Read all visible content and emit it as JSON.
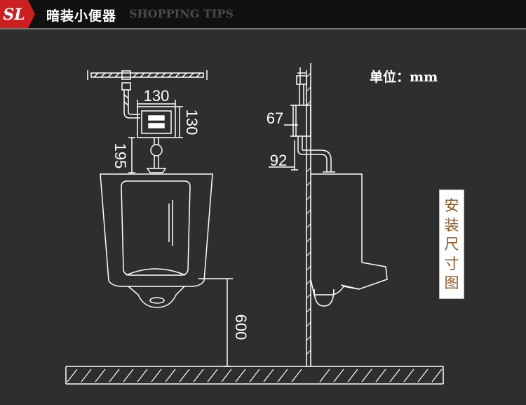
{
  "header": {
    "logo_text": "SL",
    "title_cn": "暗装小便器",
    "title_en": "SHOPPING TIPS"
  },
  "diagram": {
    "unit_label": "单位：mm",
    "dimensions": {
      "valve_width": "130",
      "valve_height": "130",
      "valve_to_urinal": "195",
      "side_upper": "67",
      "side_lower": "92",
      "floor_height": "600"
    },
    "install_label": [
      "安",
      "装",
      "尺",
      "寸",
      "图"
    ]
  },
  "colors": {
    "background": "#2e2e2e",
    "header": "#111111",
    "logo_red": "#cc1f1f",
    "line": "#ffffff",
    "label_text": "#8a5a2c"
  }
}
